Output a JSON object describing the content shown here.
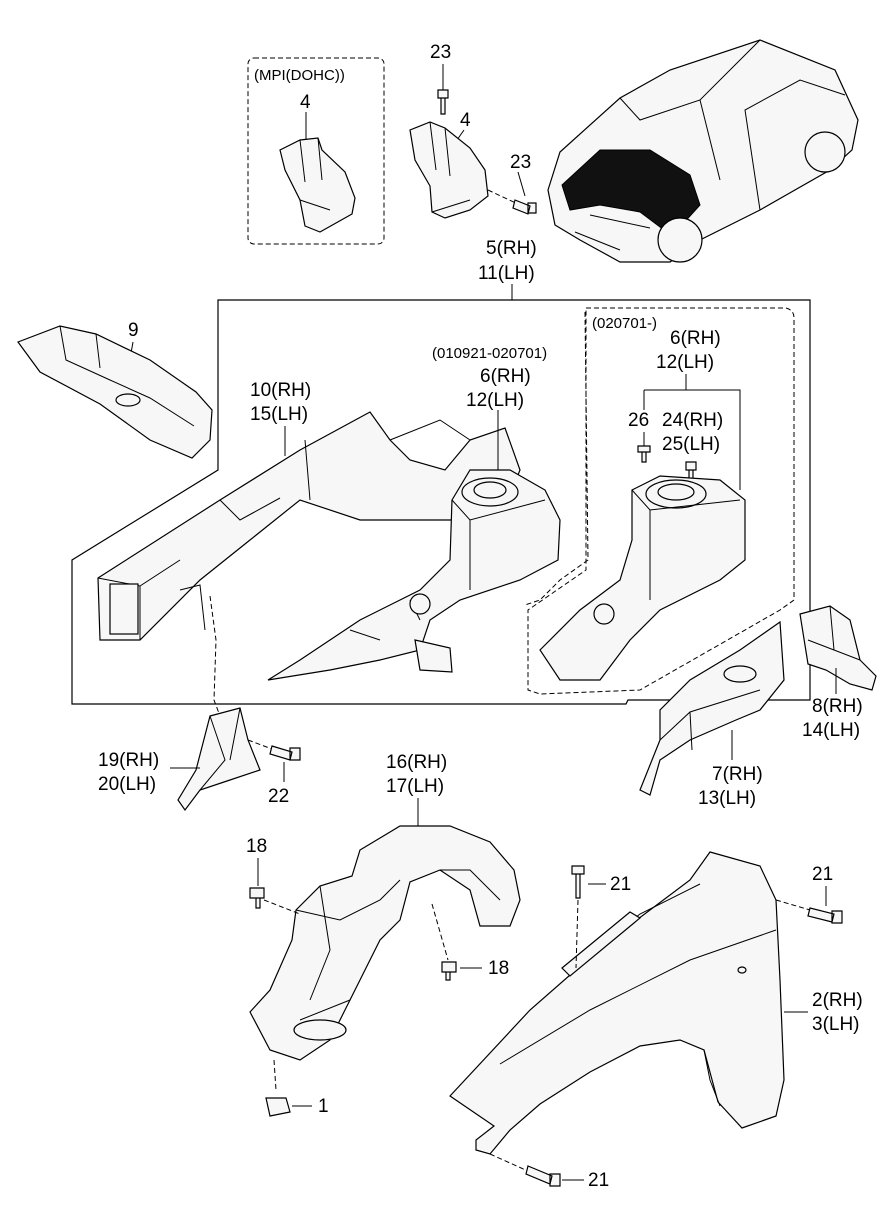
{
  "callouts": {
    "mpi_dohc": "(MPI(DOHC))",
    "c4a": "4",
    "c23a": "23",
    "c4b": "4",
    "c23b": "23",
    "c5rh": "5(RH)",
    "c11lh": "11(LH)",
    "c9": "9",
    "date_range": "(010921-020701)",
    "c6rh_a": "6(RH)",
    "c12lh_a": "12(LH)",
    "date_from": "(020701-)",
    "c6rh_b": "6(RH)",
    "c12lh_b": "12(LH)",
    "c26": "26",
    "c24rh": "24(RH)",
    "c25lh": "25(LH)",
    "c10rh": "10(RH)",
    "c15lh": "15(LH)",
    "c8rh": "8(RH)",
    "c14lh": "14(LH)",
    "c7rh": "7(RH)",
    "c13lh": "13(LH)",
    "c19rh": "19(RH)",
    "c20lh": "20(LH)",
    "c22": "22",
    "c16rh": "16(RH)",
    "c17lh": "17(LH)",
    "c18a": "18",
    "c18b": "18",
    "c21a": "21",
    "c21b": "21",
    "c21c": "21",
    "c2rh": "2(RH)",
    "c3lh": "3(LH)",
    "c1": "1"
  }
}
